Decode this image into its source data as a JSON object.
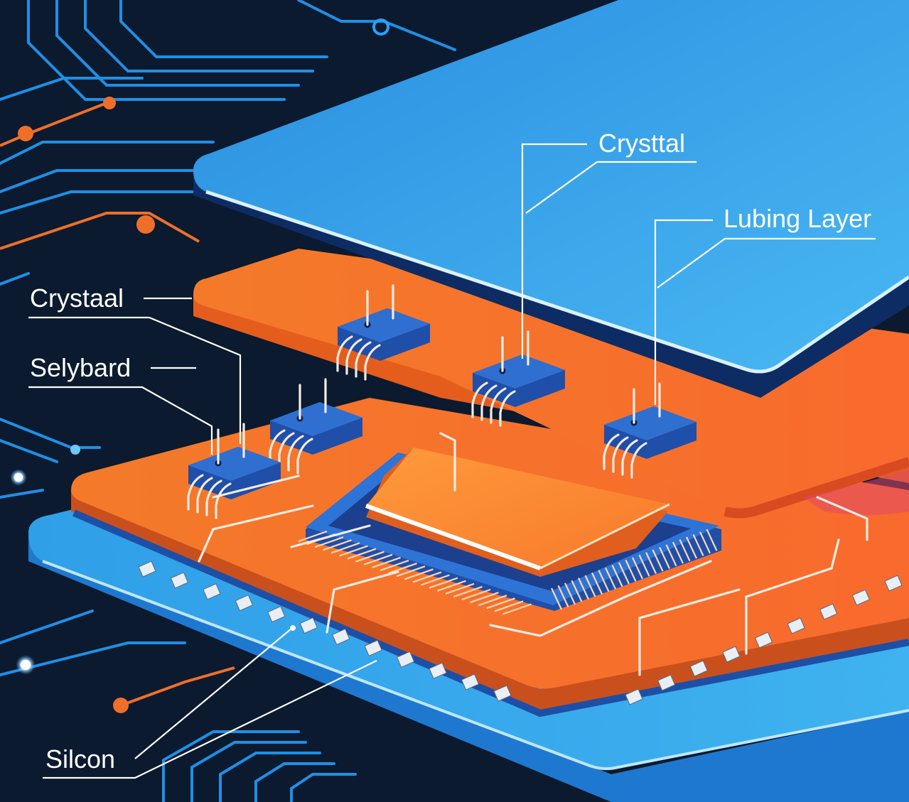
{
  "labels": {
    "top_right_1": "Crysttal",
    "top_right_2": "Lubing Layer",
    "left_1": "Crystaal",
    "left_2": "Selybard",
    "bottom_left": "Silcon"
  },
  "colors": {
    "background": "#0b1a2e",
    "blue_layer": "#2f9fe8",
    "orange_layer": "#f47a2a",
    "chip_blue": "#2b63c4",
    "trace_blue": "#1f8fe6",
    "trace_orange": "#ef6f2a",
    "label": "#ffffff"
  }
}
